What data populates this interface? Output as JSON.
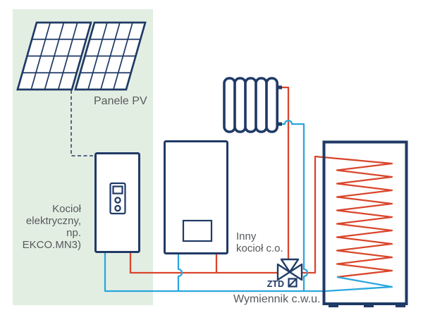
{
  "diagram": {
    "labels": {
      "pv": "Panele PV",
      "electric_boiler": [
        "Kocioł",
        "elektryczny,",
        "np.",
        "EKCO.MN3)"
      ],
      "other_boiler": [
        "Inny",
        "kocioł c.o."
      ],
      "valve": "ZTD",
      "exchanger": "Wymiennik c.w.u."
    },
    "colors": {
      "navy": "#1f3a66",
      "red": "#d9462c",
      "blue": "#2aa7de",
      "green": "#e3eee3",
      "gray": "#56595c"
    }
  }
}
